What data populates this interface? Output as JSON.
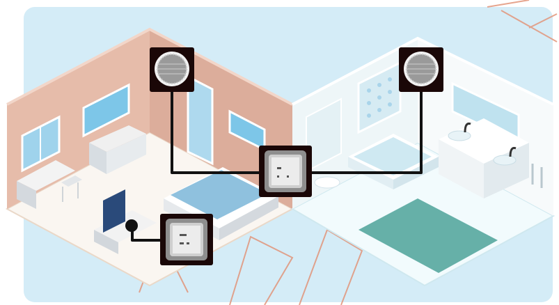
{
  "scene": {
    "background_color": "#d4ecf7",
    "rooms": [
      "bedroom",
      "bathroom"
    ],
    "devices": [
      {
        "name": "ceiling-speaker-icon",
        "room": "bedroom"
      },
      {
        "name": "ceiling-speaker-icon",
        "room": "bathroom"
      },
      {
        "name": "amplifier-wall-panel-icon",
        "room": "central"
      },
      {
        "name": "source-wall-panel-icon",
        "room": "bedroom"
      }
    ],
    "wire_color": "#111111",
    "watermark_color": "#e2957a"
  }
}
